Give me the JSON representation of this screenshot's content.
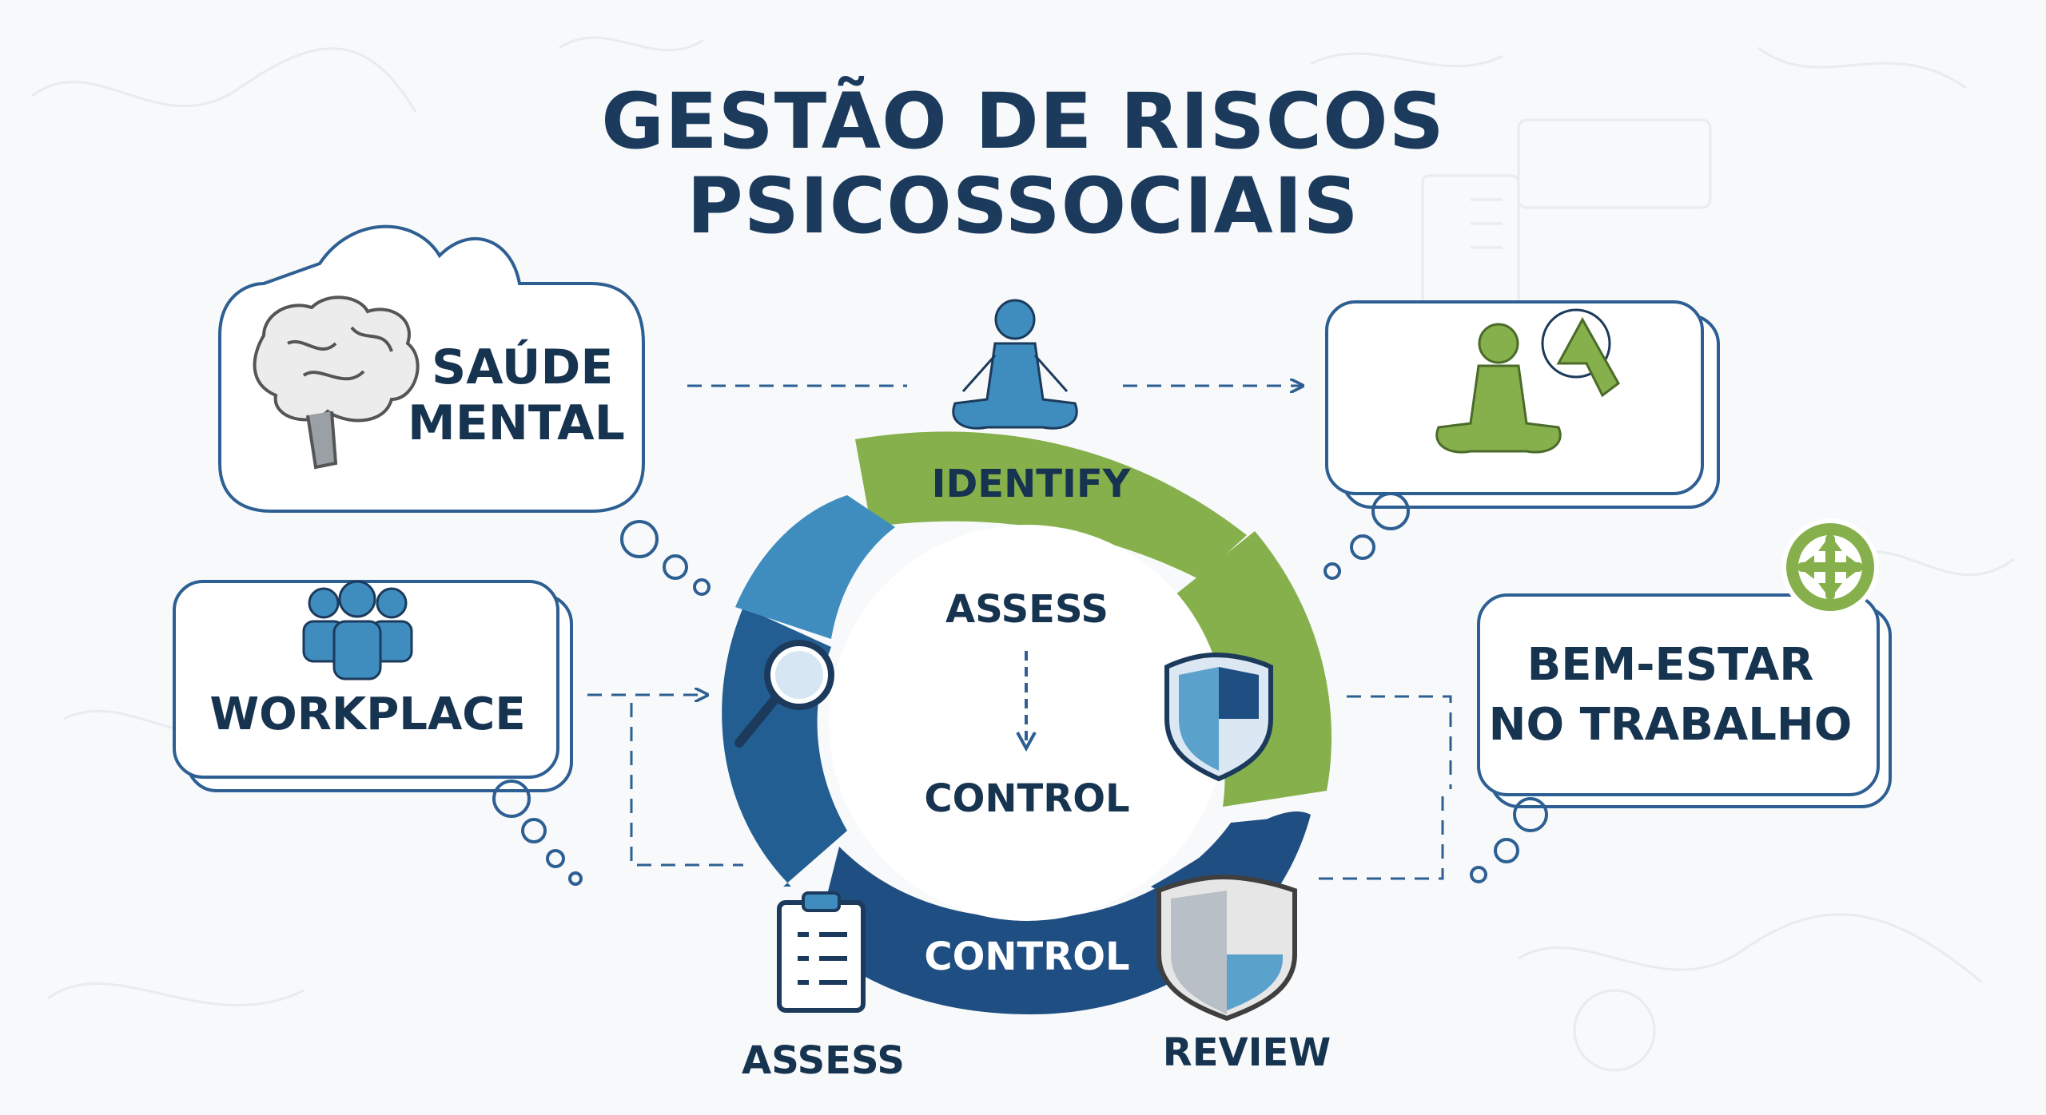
{
  "title": {
    "line1": "GESTÃO DE RISCOS",
    "line2": "PSICOSSOCIAIS"
  },
  "bubbles": {
    "saude_mental": {
      "line1": "SAÚDE",
      "line2": "MENTAL",
      "icon": "brain-icon"
    },
    "workplace": {
      "label": "WORKPLACE",
      "icon": "people-group-icon"
    },
    "bem_estar": {
      "line1": "BEM-ESTAR",
      "line2": "NO TRABALHO",
      "icon": "plus-arrows-badge-icon"
    },
    "wellbeing": {
      "icon": "meditation-hand-icon"
    }
  },
  "cycle": {
    "segments": [
      "IDENTIFY",
      "CONTROL"
    ],
    "center": {
      "top": "ASSESS",
      "bottom": "CONTROL"
    },
    "outer_labels": {
      "assess": "ASSESS",
      "review": "REVIEW"
    },
    "icons": [
      "meditation-icon",
      "magnifier-icon",
      "shield-icon",
      "clipboard-icon",
      "shield-icon"
    ]
  },
  "colors": {
    "navy": "#1b3a5c",
    "blue": "#2a5f8f",
    "light_blue": "#3f8dbf",
    "green": "#86b04b",
    "outline": "#2e5f93"
  }
}
